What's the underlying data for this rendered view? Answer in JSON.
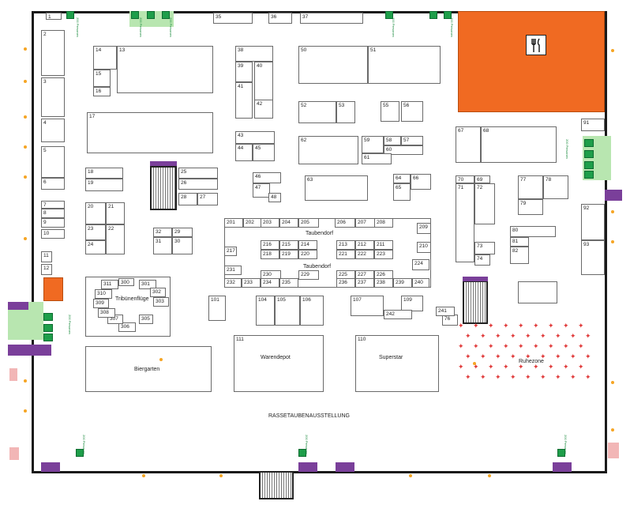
{
  "map": {
    "hall_label": "RASSETAUBENAUSSTELLUNG",
    "areas": {
      "taubendorf_top": "Taubendorf",
      "taubendorf_bottom": "Taubendorf",
      "tribuene": "Tribünenflüge",
      "biergarten": "Biergarten",
      "warendepot": "Warendepot",
      "superstar": "Superstar",
      "ruhezone": "Ruhezone"
    },
    "capacity_label": "200 Personen",
    "booths": [
      "1",
      "2",
      "3",
      "4",
      "5",
      "6",
      "7",
      "8",
      "9",
      "10",
      "11",
      "12",
      "13",
      "14",
      "15",
      "16",
      "17",
      "18",
      "19",
      "20",
      "21",
      "22",
      "23",
      "24",
      "25",
      "26",
      "27",
      "28",
      "29",
      "30",
      "31",
      "32",
      "35",
      "36",
      "37",
      "38",
      "39",
      "40",
      "41",
      "42",
      "43",
      "44",
      "45",
      "46",
      "47",
      "48",
      "50",
      "51",
      "52",
      "53",
      "55",
      "56",
      "57",
      "58",
      "59",
      "60",
      "61",
      "62",
      "63",
      "64",
      "65",
      "66",
      "67",
      "68",
      "69",
      "70",
      "71",
      "72",
      "73",
      "74",
      "76",
      "77",
      "78",
      "79",
      "80",
      "81",
      "82",
      "91",
      "92",
      "93",
      "101",
      "104",
      "105",
      "106",
      "107",
      "109",
      "110",
      "111",
      "201",
      "202",
      "203",
      "204",
      "205",
      "206",
      "207",
      "208",
      "209",
      "210",
      "211",
      "212",
      "213",
      "214",
      "215",
      "216",
      "217",
      "218",
      "219",
      "220",
      "221",
      "222",
      "223",
      "224",
      "225",
      "226",
      "227",
      "228",
      "229",
      "230",
      "231",
      "232",
      "233",
      "234",
      "235",
      "236",
      "237",
      "238",
      "239",
      "240",
      "241",
      "242",
      "300",
      "301",
      "302",
      "303",
      "305",
      "306",
      "307",
      "308",
      "309",
      "310",
      "311"
    ]
  },
  "colors": {
    "restaurant": "#f06a22",
    "exit": "#1e9e4a",
    "stair_access": "#7a3f9a",
    "seating": "#e03a3a",
    "marker": "#f6a524"
  },
  "icons": [
    "restaurant-icon",
    "emergency-exit-icon",
    "stair-icon",
    "fire-extinguisher-icon"
  ]
}
